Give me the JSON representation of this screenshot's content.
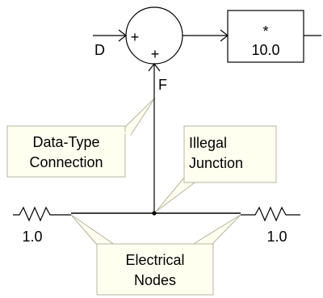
{
  "summer": {
    "input_sign_left": "+",
    "input_sign_bottom": "+"
  },
  "gain_block": {
    "operator": "*",
    "value": "10.0"
  },
  "signals": {
    "d_label": "D",
    "f_label": "F"
  },
  "resistors": {
    "left_value": "1.0",
    "right_value": "1.0"
  },
  "callouts": {
    "data_type_connection": {
      "line1": "Data-Type",
      "line2": "Connection"
    },
    "illegal_junction": {
      "line1": "Illegal",
      "line2": "Junction"
    },
    "electrical_nodes": {
      "line1": "Electrical",
      "line2": "Nodes"
    }
  },
  "colors": {
    "stroke": "#000000",
    "callout_fill": "#fffff0",
    "callout_border": "#b4b4a0",
    "background": "#ffffff"
  }
}
